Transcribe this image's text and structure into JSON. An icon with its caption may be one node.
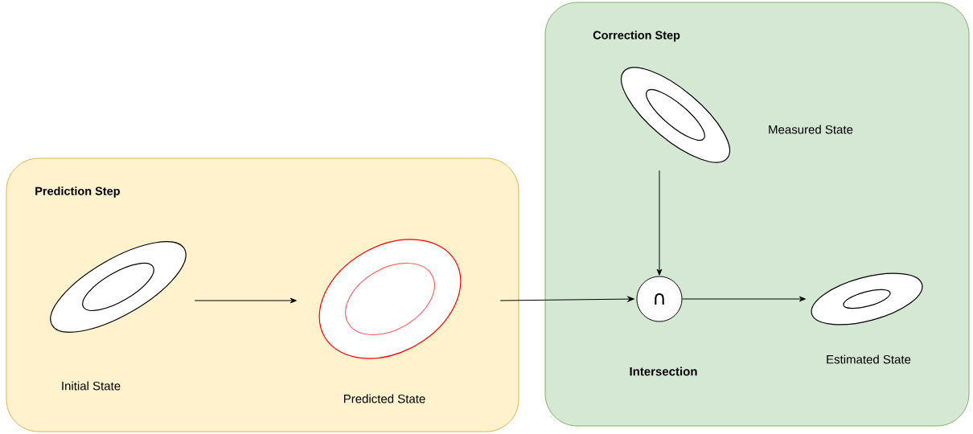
{
  "diagram": {
    "nodes": [
      {
        "text": [
          "Prediction Step"
        ]
      },
      {
        "text": [
          "Correction Step"
        ]
      },
      {
        "text": [
          "Initial State"
        ],
        "in": 0
      },
      {
        "text": [
          "Predicted State"
        ],
        "in": 0
      },
      {
        "text": [
          "Measured State"
        ],
        "in": 1
      },
      {
        "text": [
          "∩"
        ],
        "beside": [
          "Intersection"
        ],
        "in": 1
      },
      {
        "text": [
          "Estimated State"
        ],
        "in": 1
      }
    ],
    "edges": [
      {
        "from": 2,
        "to": 3,
        "arrow": "to"
      },
      {
        "from": 3,
        "to": 5,
        "arrow": "to"
      },
      {
        "from": 4,
        "to": 5,
        "arrow": "to"
      },
      {
        "from": 5,
        "to": 6,
        "arrow": "to"
      }
    ]
  }
}
